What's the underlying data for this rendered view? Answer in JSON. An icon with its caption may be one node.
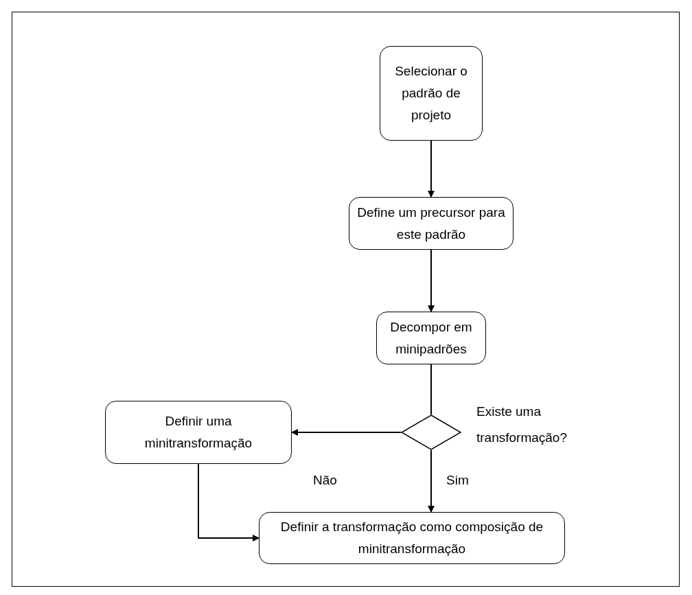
{
  "diagram": {
    "nodes": [
      {
        "text": [
          "Selecionar o padrão de projeto"
        ]
      },
      {
        "text": [
          "Define um precursor para este padrão"
        ]
      },
      {
        "text": [
          "Decompor em minipadrões"
        ]
      },
      {
        "text": [],
        "shape": "diamond",
        "beside": [
          "Existe uma transformação?"
        ]
      },
      {
        "text": [
          "Definir uma minitransformação"
        ]
      },
      {
        "text": [
          "Definir a transformação como composição de minitransformação"
        ]
      }
    ],
    "edges": [
      {
        "from": 0,
        "to": 1,
        "arrow": "to"
      },
      {
        "from": 1,
        "to": 2,
        "arrow": "to"
      },
      {
        "from": 2,
        "to": 3,
        "arrow": "none"
      },
      {
        "from": 3,
        "to": 4,
        "arrow": "to",
        "label": "Não"
      },
      {
        "from": 3,
        "to": 5,
        "arrow": "to",
        "label": "Sim"
      },
      {
        "from": 4,
        "to": 5,
        "arrow": "to"
      }
    ]
  }
}
